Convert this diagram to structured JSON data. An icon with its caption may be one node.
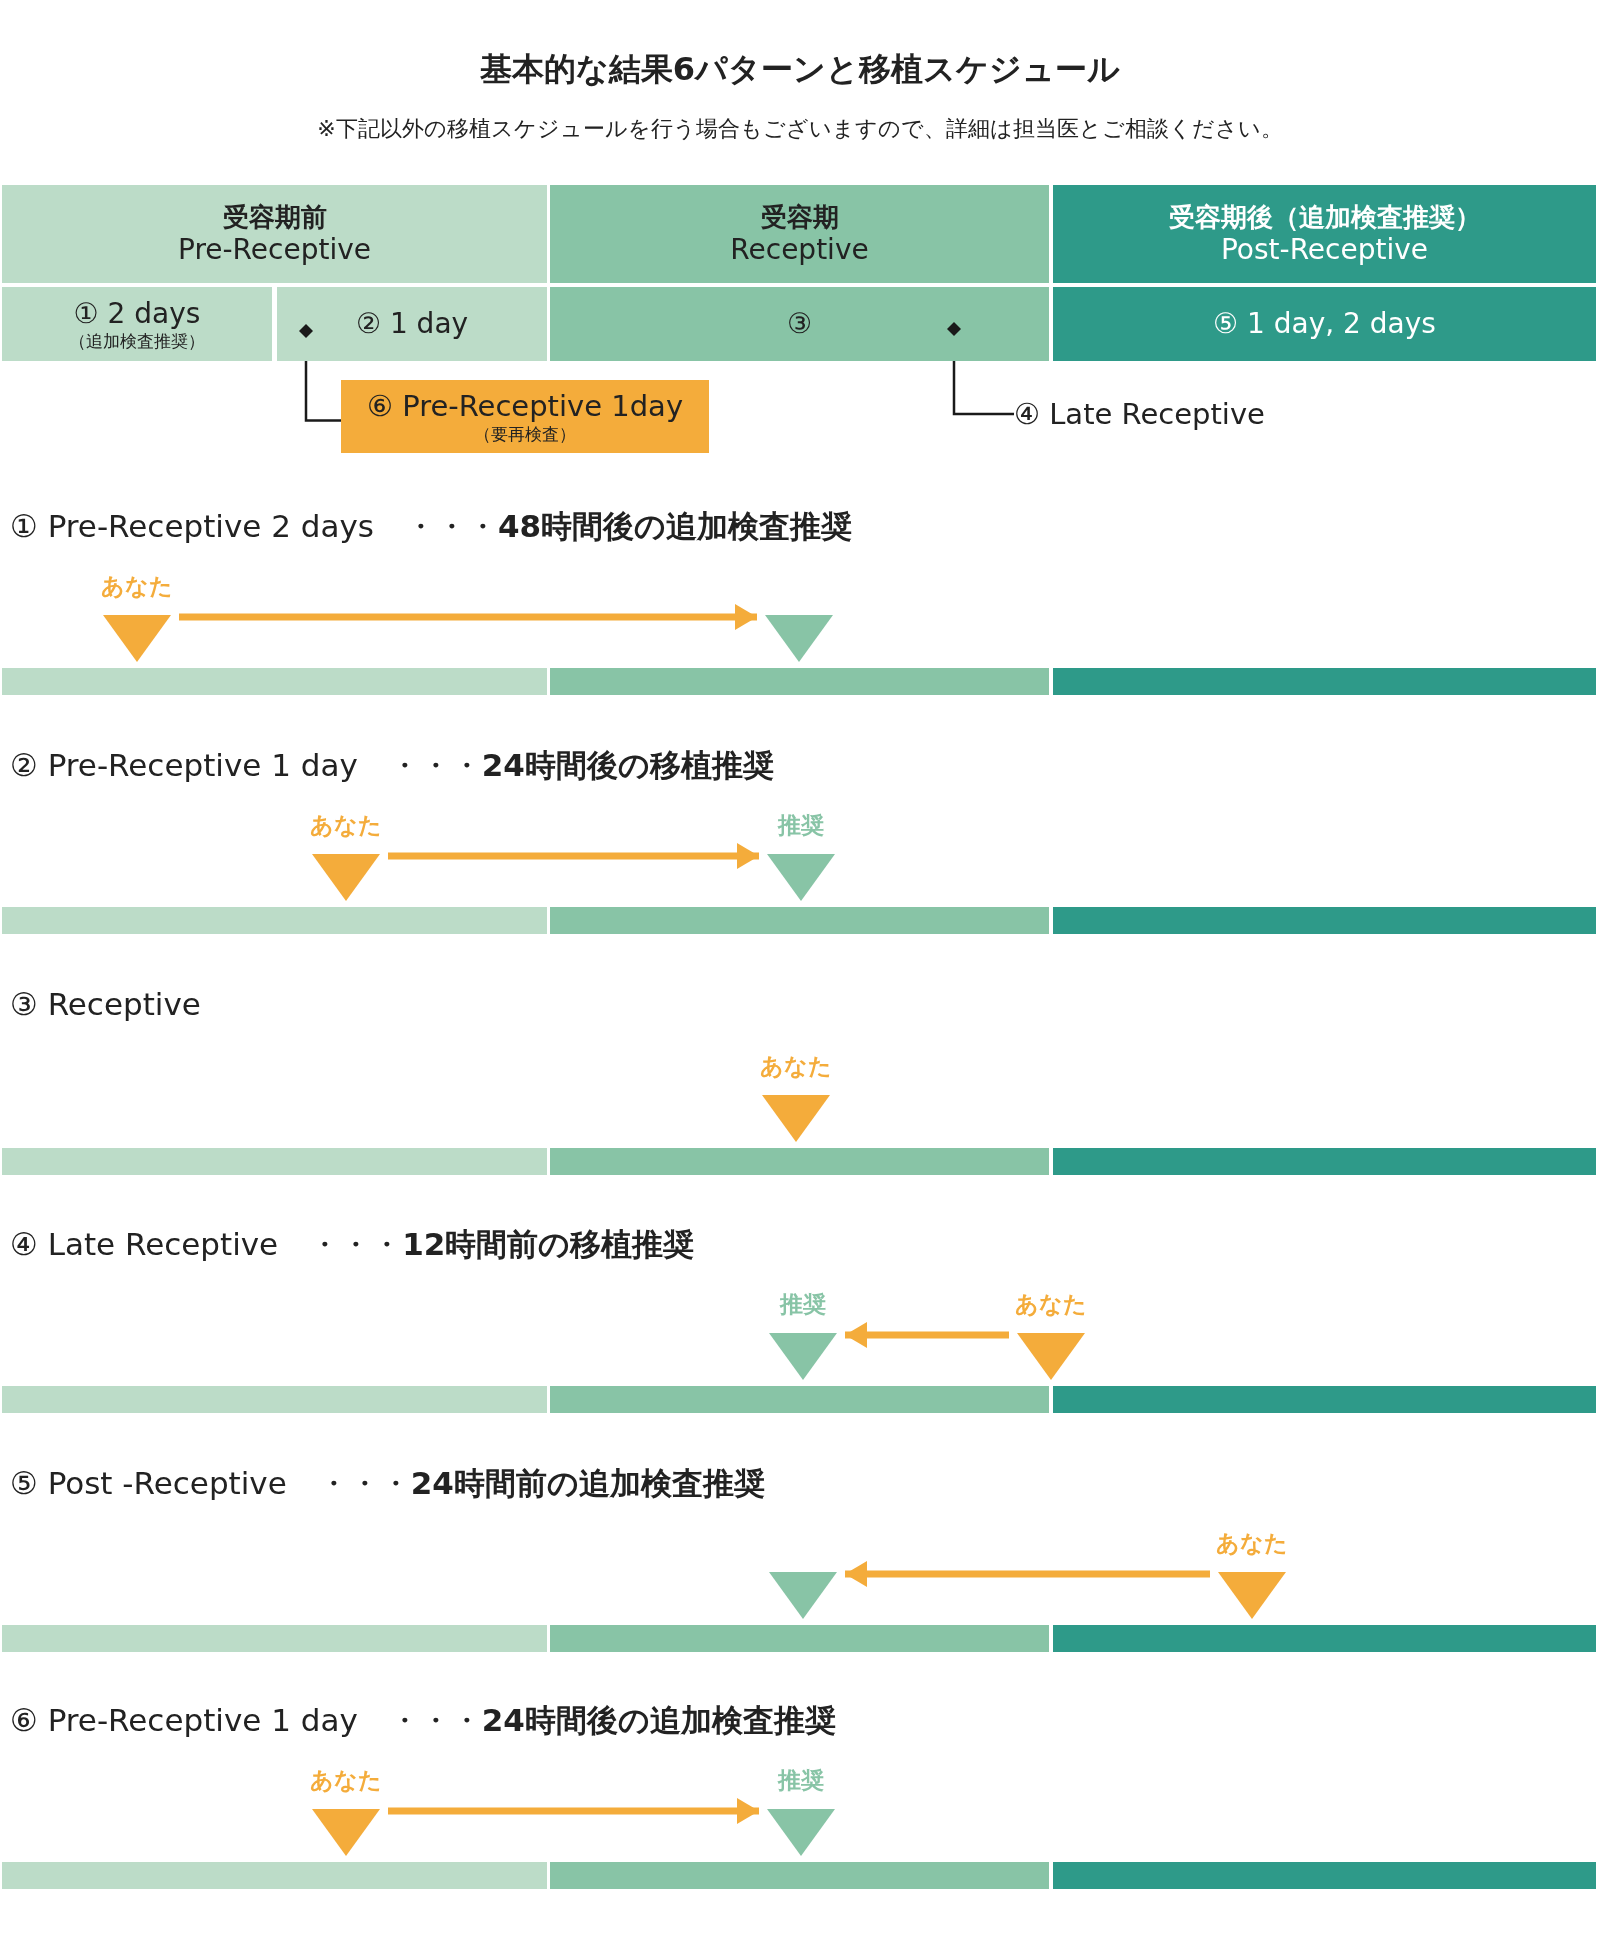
{
  "diagram": {
    "title": "基本的な結果6パターンと移植スケジュール",
    "nodes": [
      {
        "text": [
          "受容期前",
          "Pre-Receptive"
        ]
      },
      {
        "text": [
          "受容期",
          "Receptive"
        ]
      },
      {
        "text": [
          "受容期後（追加検査推奨）",
          "Post-Receptive"
        ]
      },
      {
        "text": [
          "① 2 days",
          "（追加検査推奨）"
        ]
      },
      {
        "text": [
          "② 1 day"
        ]
      },
      {
        "text": [],
        "shape": "diamond",
        "in": 4
      },
      {
        "text": [
          "③"
        ]
      },
      {
        "text": [],
        "shape": "diamond",
        "in": 6
      },
      {
        "text": [
          "⑤ 1 day, 2 days"
        ]
      },
      {
        "text": [
          "⑥ Pre-Receptive 1day",
          "（要再検査）"
        ]
      },
      {
        "text": [
          "④ Late Receptive"
        ]
      },
      {
        "text": [
          "あなた"
        ]
      },
      {
        "text": [],
        "shape": "triangle"
      },
      {
        "text": [
          "あなた"
        ]
      },
      {
        "text": [
          "推奨"
        ]
      },
      {
        "text": [
          "あなた"
        ]
      },
      {
        "text": [
          "推奨"
        ]
      },
      {
        "text": [
          "あなた"
        ]
      },
      {
        "text": [],
        "shape": "triangle"
      },
      {
        "text": [
          "あなた"
        ]
      },
      {
        "text": [
          "あなた"
        ]
      },
      {
        "text": [
          "推奨"
        ]
      }
    ],
    "edges": [
      {
        "from": 9,
        "to": 5,
        "arrow": "none",
        "color": "#1a1a1a"
      },
      {
        "from": 10,
        "to": 7,
        "arrow": "none",
        "color": "#1a1a1a"
      },
      {
        "from": 11,
        "to": 12,
        "arrow": "to"
      },
      {
        "from": 13,
        "to": 14,
        "arrow": "to"
      },
      {
        "from": 17,
        "to": 16,
        "arrow": "to"
      },
      {
        "from": 19,
        "to": 18,
        "arrow": "to"
      },
      {
        "from": 20,
        "to": 21,
        "arrow": "to"
      }
    ],
    "labels": [
      "※下記以外の移植スケジュールを行う場合もございますので、詳細は担当医とご相談ください。",
      "① Pre-Receptive 2 days　・・・**48時間後の追加検査推奨**",
      "② Pre-Receptive 1 day　・・・**24時間後の移植推奨**",
      "③ Receptive",
      "④ Late Receptive　・・・**12時間前の移植推奨**",
      "⑤ Post -Receptive　・・・**24時間前の追加検査推奨**",
      "⑥ Pre-Receptive 1 day　・・・**24時間後の追加検査推奨**"
    ]
  }
}
